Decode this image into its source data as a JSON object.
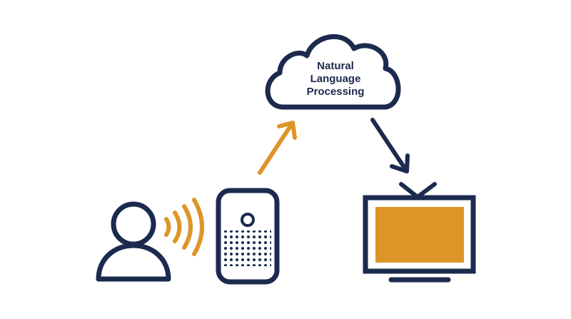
{
  "cloud": {
    "label_lines": [
      "Natural",
      "Language",
      "Processing"
    ]
  },
  "colors": {
    "navy": "#1b2a4e",
    "accent": "#de9527",
    "background": "#ffffff"
  },
  "icons": {
    "person": "person-icon",
    "sound_waves": "sound-waves-icon",
    "speaker": "smart-speaker-icon",
    "cloud": "cloud-icon",
    "tv": "television-icon",
    "arrow_up": "arrow-up-right-icon",
    "arrow_down": "arrow-down-right-icon"
  }
}
